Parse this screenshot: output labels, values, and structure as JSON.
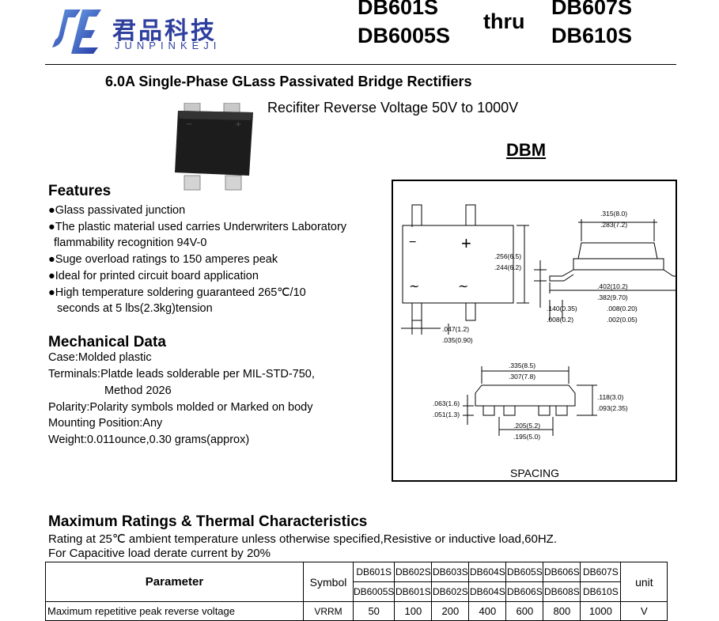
{
  "header": {
    "logo_cn": "君品科技",
    "logo_en": "JUNPINKEJI",
    "part_left": [
      "DB601S",
      "DB6005S"
    ],
    "thru": "thru",
    "part_right": [
      "DB607S",
      "DB610S"
    ]
  },
  "title": "6.0A Single-Phase GLass Passivated Bridge Rectifiers",
  "subtitle": "Recifiter Reverse Voltage 50V to 1000V",
  "package_name": "DBM",
  "features": {
    "heading": "Features",
    "items": [
      "●Glass passivated junction",
      "●The plastic material used carries Underwriters Laboratory",
      "flammability recognition 94V-0",
      "●Suge overload ratings to 150 amperes peak",
      "●Ideal for printed circuit board application",
      "●High temperature soldering guaranteed 265℃/10",
      "seconds at 5 lbs(2.3kg)tension"
    ]
  },
  "mechanical": {
    "heading": "Mechanical Data",
    "items": [
      "Case:Molded plastic",
      "Terminals:Platde leads solderable per MIL-STD-750,",
      "Method 2026",
      "Polarity:Polarity symbols molded or Marked on body",
      "Mounting Position:Any",
      "Weight:0.011ounce,0.30 grams(approx)"
    ]
  },
  "drawing": {
    "top_w1": ".315(8.0)",
    "top_w2": ".283(7.2)",
    "h1": ".256(6.5)",
    "h2": ".244(6.2)",
    "lead1": ".402(10.2)",
    "lead2": ".382(9.70)",
    "a1": ".140(0.35)",
    "a2": ".008(0.2)",
    "b1": ".008(0.20)",
    "b2": ".002(0.05)",
    "c1": ".047(1.2)",
    "c2": ".035(0.90)",
    "d1": ".335(8.5)",
    "d2": ".307(7.8)",
    "e1": ".063(1.6)",
    "e2": ".051(1.3)",
    "f1": ".118(3.0)",
    "f2": ".093(2.35)",
    "g1": ".205(5.2)",
    "g2": ".195(5.0)",
    "spacing": "SPACING",
    "minus": "−",
    "plus": "+",
    "ac1": "∼",
    "ac2": "∼"
  },
  "ratings": {
    "heading": "Maximum Ratings & Thermal Characteristics",
    "line1": "Rating at 25℃ ambient temperature unless otherwise specified,Resistive or inductive load,60HZ.",
    "line2": "For Capacitive load derate current by 20%",
    "table": {
      "col_parameter": "Parameter",
      "col_symbol": "Symbol",
      "col_unit": "unit",
      "top_parts": [
        "DB601S",
        "DB602S",
        "DB603S",
        "DB604S",
        "DB605S",
        "DB606S",
        "DB607S"
      ],
      "bottom_parts": [
        "DB6005S",
        "DB601S",
        "DB602S",
        "DB604S",
        "DB606S",
        "DB608S",
        "DB610S"
      ],
      "rows": [
        {
          "param": "Maximum repetitive peak reverse voltage",
          "symbol": "VRRM",
          "values": [
            "50",
            "100",
            "200",
            "400",
            "600",
            "800",
            "1000"
          ],
          "unit": "V"
        }
      ]
    }
  }
}
